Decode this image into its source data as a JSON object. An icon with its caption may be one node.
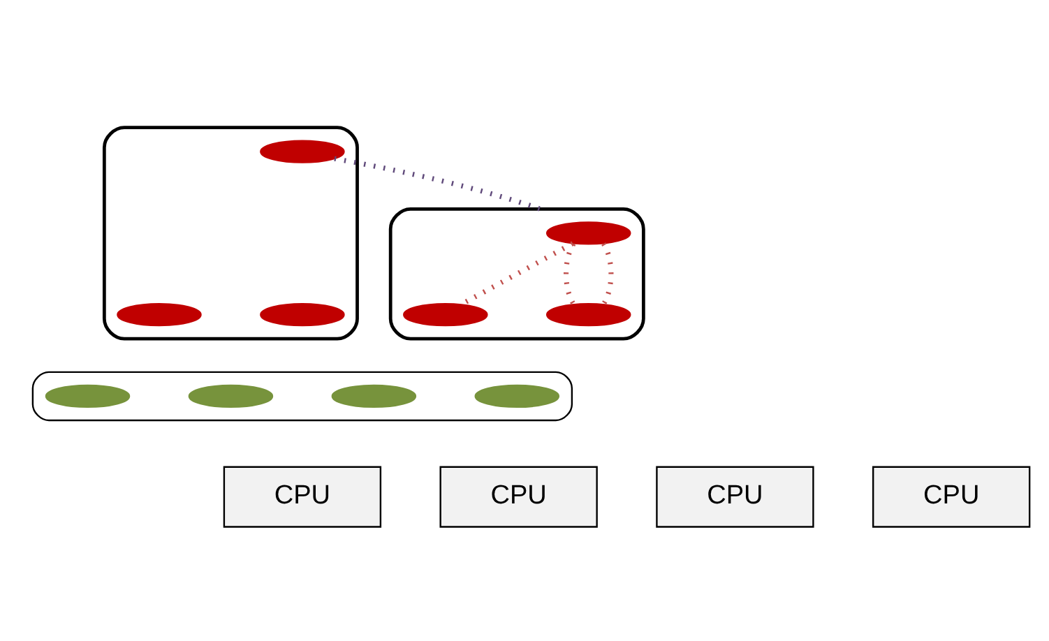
{
  "diagram": {
    "nodes": [
      {
        "text": [],
        "shape": "ellipse"
      },
      {
        "text": [],
        "shape": "wave",
        "in": 0
      },
      {
        "text": [],
        "shape": "wave",
        "in": 0
      },
      {
        "text": [],
        "shape": "wave",
        "in": 0
      },
      {
        "text": [],
        "shape": "ellipse"
      },
      {
        "text": [],
        "shape": "wave",
        "in": 4
      },
      {
        "text": [],
        "shape": "wave",
        "in": 4
      },
      {
        "text": [],
        "shape": "wave",
        "in": 4
      },
      {
        "text": [],
        "shape": "box"
      },
      {
        "text": [],
        "shape": "wave",
        "in": 8
      },
      {
        "text": [],
        "shape": "wave",
        "in": 8
      },
      {
        "text": [],
        "shape": "wave",
        "in": 8
      },
      {
        "text": [],
        "shape": "wave",
        "in": 8
      },
      {
        "text": [
          "CPU"
        ]
      },
      {
        "text": [
          "CPU"
        ]
      },
      {
        "text": [
          "CPU"
        ]
      },
      {
        "text": [
          "CPU"
        ]
      }
    ],
    "edges": [
      {
        "from": 3,
        "to": 4,
        "arrow": "none",
        "style": "dashed",
        "color": "#604a7b"
      },
      {
        "from": 5,
        "to": 6,
        "arrow": "none",
        "style": "dashed",
        "color": "#c0504d"
      },
      {
        "from": 5,
        "to": 7,
        "arrow": "none",
        "style": "dashed",
        "color": "#c0504d"
      },
      {
        "from": 5,
        "to": 7,
        "arrow": "none",
        "style": "dashed",
        "color": "#c0504d"
      }
    ]
  }
}
